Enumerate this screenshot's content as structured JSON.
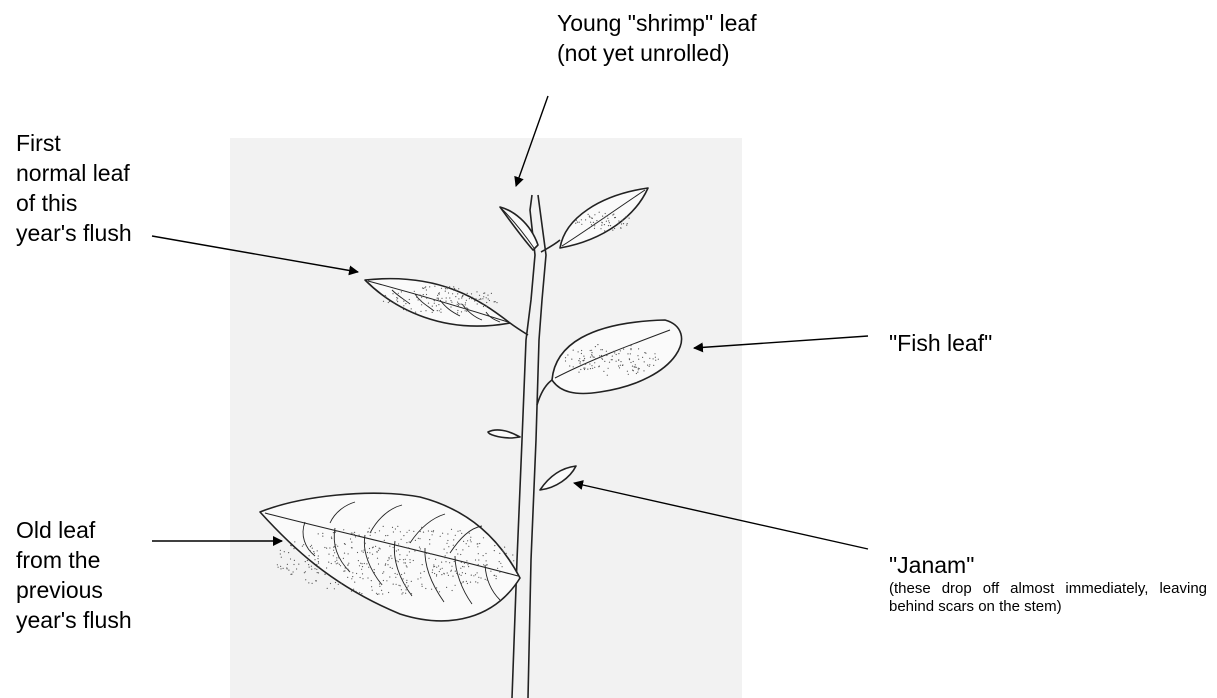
{
  "labels": {
    "shrimp_leaf": "Young \"shrimp\" leaf\n(not yet unrolled)",
    "first_normal_leaf": "First\nnormal leaf\nof this\nyear's flush",
    "fish_leaf": "\"Fish leaf\"",
    "old_leaf": "Old leaf\nfrom the\nprevious\nyear's flush",
    "janam": "\"Janam\"",
    "janam_note": "(these drop off almost immediately, leaving behind scars on the stem)"
  },
  "colors": {
    "backdrop": "#f2f2f2",
    "line": "#222222",
    "stipple": "#555555"
  }
}
